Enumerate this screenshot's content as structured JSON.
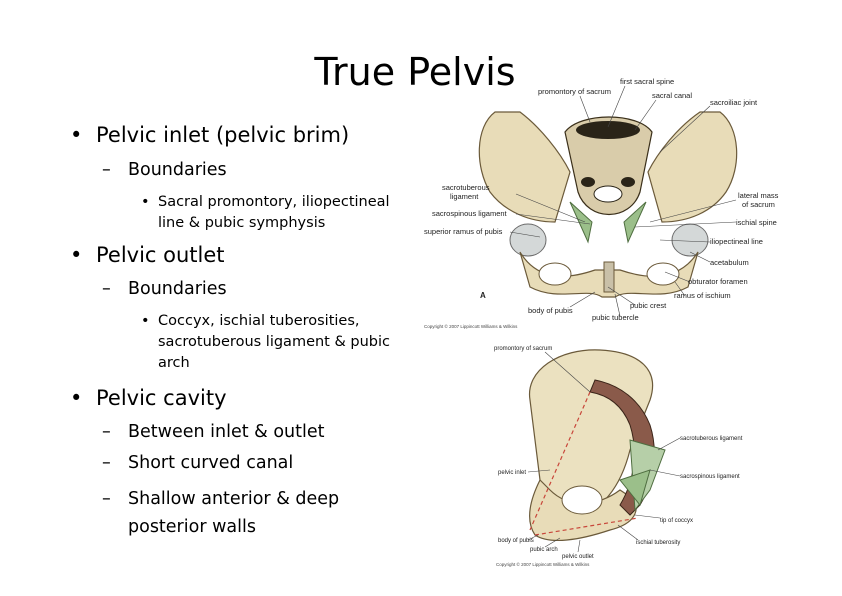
{
  "slide": {
    "title": "True Pelvis",
    "sections": [
      {
        "heading": "Pelvic inlet (pelvic brim)",
        "sub": [
          {
            "label": "Boundaries",
            "detail": [
              "Sacral promontory, iliopectineal",
              "line & pubic symphysis"
            ]
          }
        ]
      },
      {
        "heading": "Pelvic outlet",
        "sub": [
          {
            "label": "Boundaries",
            "detail": [
              "Coccyx, ischial tuberosities,",
              "sacrotuberous ligament & pubic",
              "arch"
            ]
          }
        ]
      },
      {
        "heading": "Pelvic cavity",
        "sub": [
          {
            "label": "Between inlet & outlet"
          },
          {
            "label": "Short curved canal"
          },
          {
            "label": "Shallow anterior & deep",
            "label2": "posterior walls"
          }
        ]
      }
    ]
  },
  "figure_a": {
    "panel_letter": "A",
    "copyright": "Copyright © 2007 Lippincott Williams & Wilkins",
    "labels": {
      "first_sacral_spine": "first sacral spine",
      "promontory": "promontory of sacrum",
      "sacral_canal": "sacral canal",
      "sacroiliac_joint": "sacroiliac joint",
      "sacrotuberous_1": "sacrotuberous",
      "sacrotuberous_2": "ligament",
      "sacrospinous": "sacrospinous ligament",
      "superior_ramus": "superior ramus of pubis",
      "lateral_mass_1": "lateral mass",
      "lateral_mass_2": "of sacrum",
      "ischial_spine": "ischial spine",
      "iliopectineal": "iliopectineal line",
      "acetabulum": "acetabulum",
      "obturator": "obturator foramen",
      "ramus_ischium": "ramus of ischium",
      "pubic_crest": "pubic crest",
      "body_pubis": "body of pubis",
      "pubic_tubercle": "pubic tubercle"
    }
  },
  "figure_b": {
    "copyright": "Copyright © 2007 Lippincott Williams & Wilkins",
    "labels": {
      "promontory": "promontory of sacrum",
      "sacrotuberous": "sacrotuberous ligament",
      "pelvic_inlet": "pelvic inlet",
      "sacrospinous": "sacrospinous ligament",
      "tip_coccyx": "tip of coccyx",
      "body_pubis": "body of pubis",
      "ischial_tuberosity": "ischial tuberosity",
      "pubic_arch": "pubic arch",
      "pelvic_outlet": "pelvic outlet"
    }
  }
}
